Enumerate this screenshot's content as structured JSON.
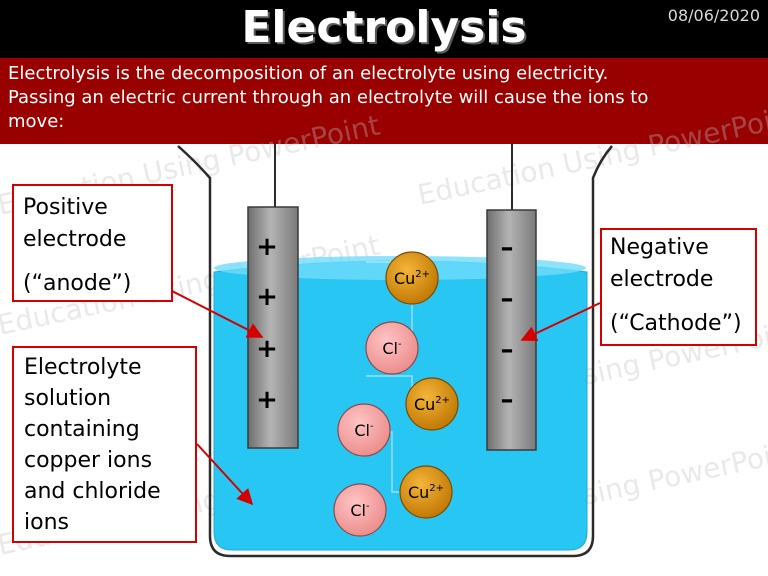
{
  "header": {
    "title": "Electrolysis",
    "date": "08/06/2020"
  },
  "intro": {
    "line1": "Electrolysis is the decomposition of an electrolyte using electricity.",
    "line2": "Passing an electric current through an electrolyte will cause the ions to",
    "line3": "move:"
  },
  "watermark": {
    "text": "Education Using PowerPoint"
  },
  "labels": {
    "positive": {
      "line1": "Positive",
      "line2": "electrode",
      "line3": "(“anode”)"
    },
    "negative": {
      "line1": "Negative",
      "line2": "electrode",
      "line3": "(“Cathode”)"
    },
    "electrolyte": {
      "line1": "Electrolyte",
      "line2": "solution",
      "line3": "containing",
      "line4": "copper ions",
      "line5": "and chloride",
      "line6": "ions"
    }
  },
  "electrodes": {
    "anode_sign": "+",
    "cathode_sign": "–"
  },
  "ions": {
    "copper": {
      "symbol": "Cu",
      "charge": "2+"
    },
    "chloride": {
      "symbol": "Cl",
      "charge": "-"
    }
  },
  "colors": {
    "header_bg": "#000000",
    "intro_bg": "#990000",
    "solution": "#28c6f2",
    "electrode": "#909090",
    "copper_ion": "#d9950f",
    "chloride_ion": "#f5a0a0",
    "callout_border": "#d40000",
    "arrow": "#d40000"
  }
}
